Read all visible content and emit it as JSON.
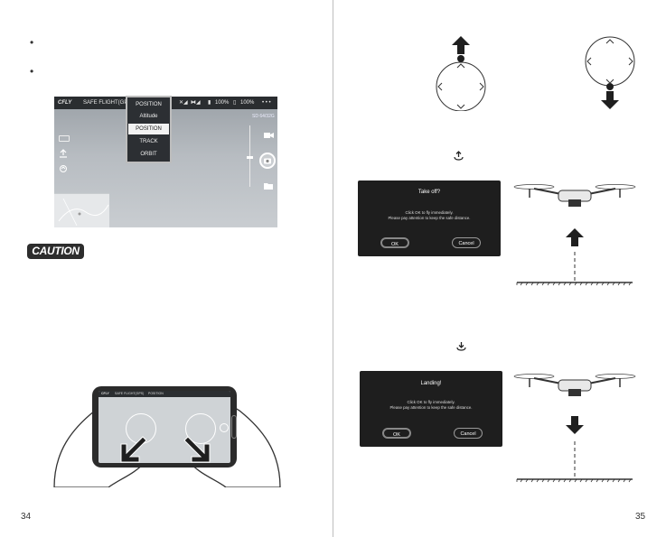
{
  "left_page": {
    "bullets": [
      "•",
      "•"
    ],
    "app": {
      "logo": "CFLY",
      "flight_mode": "SAFE FLIGHT(GPS)",
      "battery_drone": "100%",
      "battery_phone": "100%",
      "more": "• • •",
      "storage": "SD 64/32G",
      "mode_menu": [
        "POSITION",
        "Altitude",
        "POSITION",
        "TRACK",
        "ORBIT"
      ],
      "mode_menu_selected_index": 2
    },
    "caution_label": "CAUTION",
    "phone_screen": {
      "logo": "CFLY",
      "flight_mode": "SAFE FLIGHT(GPS)",
      "mode": "POSITION"
    },
    "page_number": "34"
  },
  "right_page": {
    "takeoff_dialog": {
      "title": "Take off?",
      "message_line1": "Click OK to fly immediately.",
      "message_line2": "Please pay attention to keep the safe distance.",
      "ok_label": "OK",
      "cancel_label": "Cancel"
    },
    "landing_dialog": {
      "title": "Landing!",
      "message_line1": "Click OK to fly immediately.",
      "message_line2": "Please pay attention to keep the safe distance.",
      "ok_label": "OK",
      "cancel_label": "Cancel"
    },
    "page_number": "35"
  },
  "colors": {
    "dialog_bg": "#1e1e1e",
    "caution_bg": "#2d2d2d",
    "menu_bg": "#2c2f33"
  },
  "icons": [
    "up-arrow-icon",
    "down-arrow-icon",
    "joystick-circle-icon",
    "takeoff-icon",
    "landing-icon",
    "drone-icon",
    "camera-icon",
    "folder-icon",
    "video-icon"
  ]
}
